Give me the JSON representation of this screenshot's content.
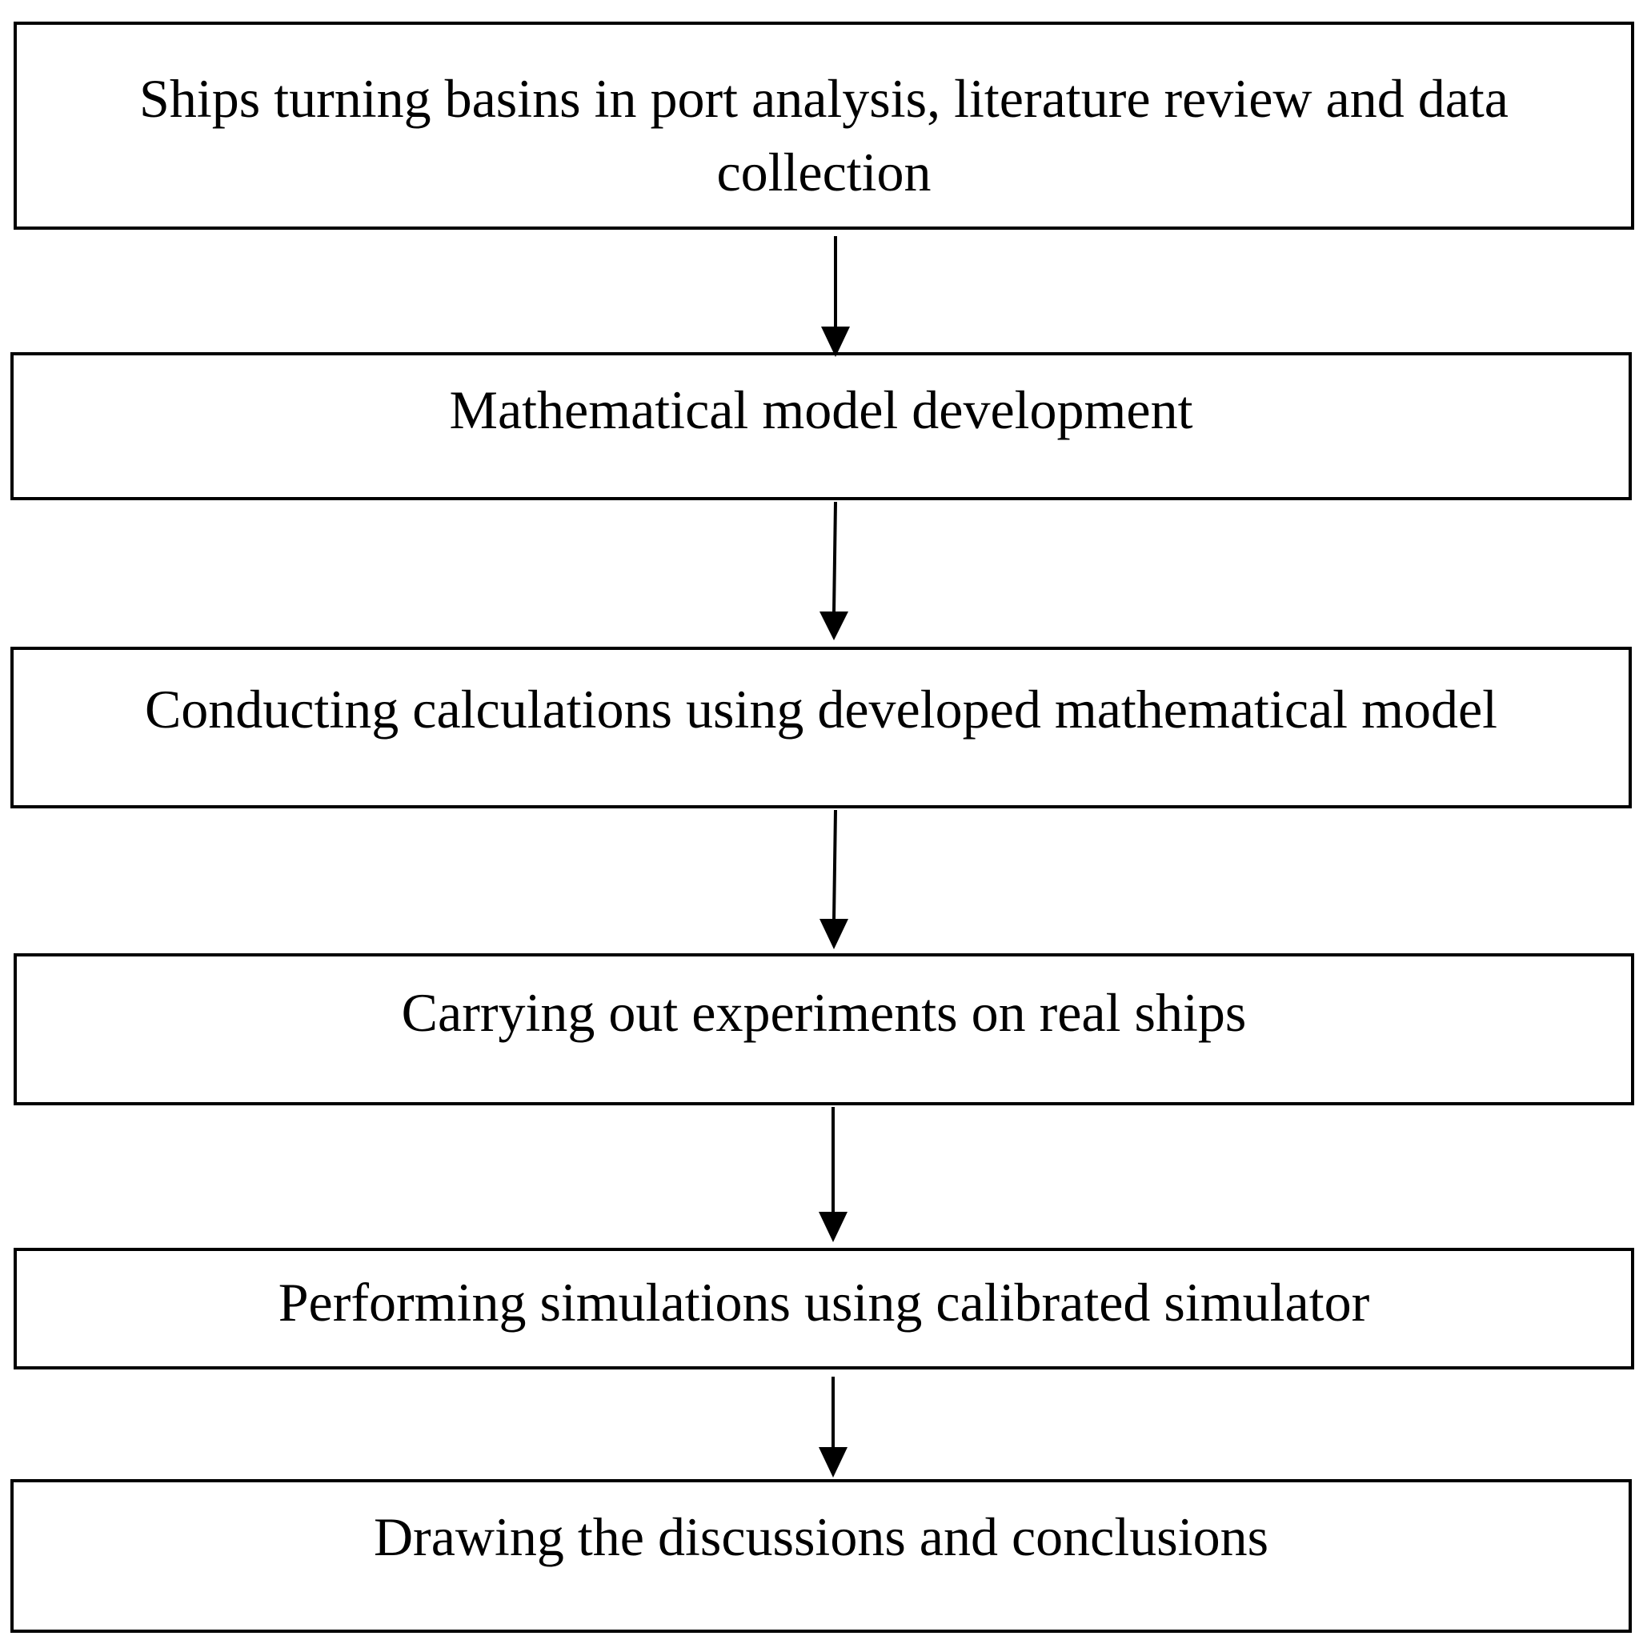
{
  "flowchart": {
    "steps": [
      {
        "label": "Ships turning basins in port analysis, literature review and data collection"
      },
      {
        "label": "Mathematical model development"
      },
      {
        "label": "Conducting calculations using developed mathematical model"
      },
      {
        "label": "Carrying out experiments on real ships"
      },
      {
        "label": "Performing simulations using calibrated simulator"
      },
      {
        "label": "Drawing the discussions and conclusions"
      }
    ],
    "connections": [
      {
        "from": 0,
        "to": 1
      },
      {
        "from": 1,
        "to": 2
      },
      {
        "from": 2,
        "to": 3
      },
      {
        "from": 3,
        "to": 4
      },
      {
        "from": 4,
        "to": 5
      }
    ],
    "colors": {
      "stroke": "#000000",
      "background": "#ffffff"
    }
  }
}
